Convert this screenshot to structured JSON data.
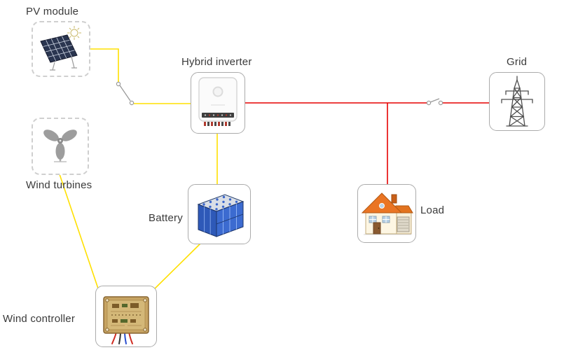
{
  "diagram": {
    "type": "hybrid-solar-wind-power-system-wiring-diagram",
    "nodes": [
      {
        "id": "pv-module",
        "label": "PV module",
        "icon": "solar-panel-icon"
      },
      {
        "id": "wind-turbines",
        "label": "Wind turbines",
        "icon": "wind-turbine-icon"
      },
      {
        "id": "hybrid-inverter",
        "label": "Hybrid inverter",
        "icon": "hybrid-inverter-icon"
      },
      {
        "id": "grid",
        "label": "Grid",
        "icon": "transmission-tower-icon"
      },
      {
        "id": "battery",
        "label": "Battery",
        "icon": "battery-pack-icon"
      },
      {
        "id": "load",
        "label": "Load",
        "icon": "house-icon"
      },
      {
        "id": "wind-controller",
        "label": "Wind controller",
        "icon": "controller-board-icon"
      }
    ],
    "edges": [
      {
        "from": "pv-module",
        "to": "hybrid-inverter",
        "color": "#FFE000",
        "via": "disconnect-switch"
      },
      {
        "from": "hybrid-inverter",
        "to": "battery",
        "color": "#FFE000"
      },
      {
        "from": "battery",
        "to": "wind-controller",
        "color": "#FFE000"
      },
      {
        "from": "wind-turbines",
        "to": "wind-controller",
        "color": "#FFE000"
      },
      {
        "from": "hybrid-inverter",
        "to": "grid",
        "color": "#E60000",
        "via": "disconnect-switch"
      },
      {
        "from": "hybrid-inverter",
        "to": "load",
        "color": "#E60000",
        "branch_of": "grid-line"
      }
    ],
    "wire_colors": {
      "yellow": "#FFE000",
      "red": "#E60000"
    },
    "switch_color": "#9a9a9a"
  }
}
